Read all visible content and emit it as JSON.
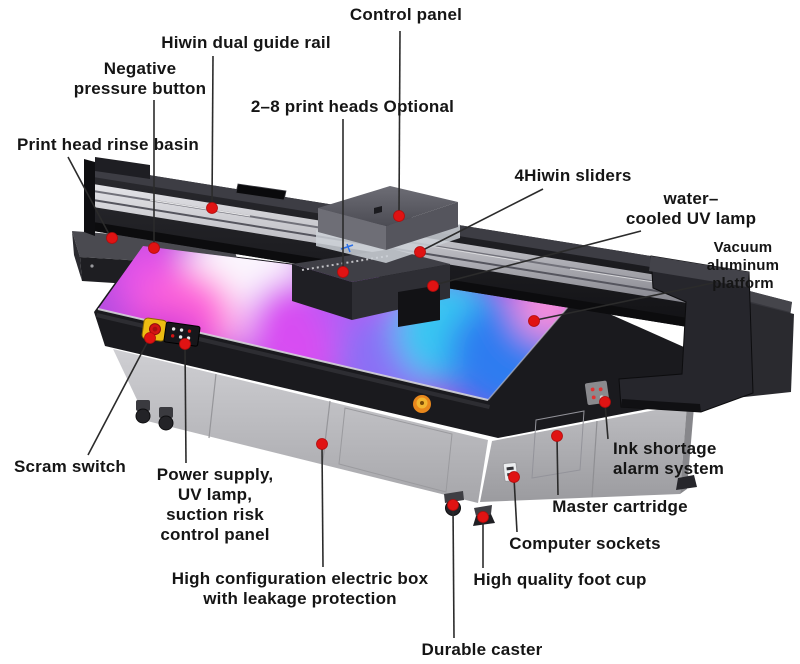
{
  "figure": {
    "background": "#ffffff",
    "marker_dot_color": "#e01313",
    "leader_line_color": "#2b2b2b",
    "label_text_color": "#151515"
  },
  "callouts": {
    "control_panel": {
      "text": "Control panel"
    },
    "hiwin_dual_guide_rail": {
      "text": "Hiwin dual guide rail"
    },
    "negative_pressure_button": {
      "lines": [
        "Negative",
        "pressure button"
      ]
    },
    "print_heads_optional": {
      "text": "2–8 print heads Optional"
    },
    "print_head_rinse_basin": {
      "text": "Print head rinse basin"
    },
    "four_hiwin_sliders": {
      "text": "4Hiwin sliders"
    },
    "water_cooled_uv_lamp": {
      "lines": [
        "water–",
        "cooled UV lamp"
      ]
    },
    "vacuum_aluminum_platform": {
      "lines": [
        "Vacuum",
        "aluminum",
        "platform"
      ]
    },
    "scram_switch": {
      "text": "Scram switch"
    },
    "power_supply_panel": {
      "lines": [
        "Power supply,",
        "UV lamp,",
        "suction risk",
        "control panel"
      ]
    },
    "electric_box": {
      "lines": [
        "High configuration electric box",
        "with leakage protection"
      ]
    },
    "ink_shortage_alarm": {
      "lines": [
        "Ink shortage",
        "alarm system"
      ]
    },
    "master_cartridge": {
      "text": "Master cartridge"
    },
    "computer_sockets": {
      "text": "Computer sockets"
    },
    "foot_cup": {
      "text": "High quality foot cup"
    },
    "durable_caster": {
      "text": "Durable caster"
    }
  }
}
